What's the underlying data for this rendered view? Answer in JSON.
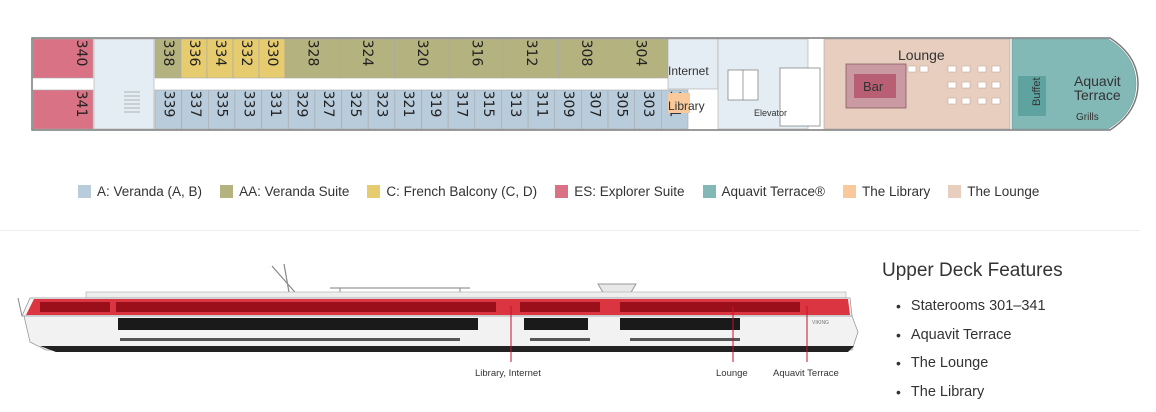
{
  "deck_plan": {
    "top_cabins": [
      "340",
      "338",
      "336",
      "334",
      "332",
      "330",
      "328",
      "324",
      "320",
      "316",
      "312",
      "308",
      "304"
    ],
    "bottom_cabins": [
      "341",
      "339",
      "337",
      "335",
      "333",
      "331",
      "329",
      "327",
      "325",
      "323",
      "321",
      "319",
      "317",
      "315",
      "313",
      "311",
      "309",
      "307",
      "305",
      "303",
      "301"
    ],
    "labels": {
      "internet": "Internet",
      "library": "Library",
      "elevator": "Elevator",
      "lounge": "Lounge",
      "bar": "Bar",
      "buffet": "Buffet",
      "aquavit_line1": "Aquavit",
      "aquavit_line2": "Terrace",
      "grills": "Grills"
    }
  },
  "colors": {
    "veranda": "#b9ccdc",
    "veranda_suite": "#b4b27e",
    "french_balcony": "#e6cc6e",
    "explorer_suite": "#d97284",
    "aquavit_terrace": "#82b8b6",
    "library": "#f9c99b",
    "lounge": "#e7cebf",
    "bar": "#b85f73",
    "ship_red": "#d8202e"
  },
  "legend": [
    {
      "label": "A: Veranda (A, B)",
      "color": "#b9ccdc"
    },
    {
      "label": "AA: Veranda Suite",
      "color": "#b4b27e"
    },
    {
      "label": "C: French Balcony (C, D)",
      "color": "#e6cc6e"
    },
    {
      "label": "ES: Explorer Suite",
      "color": "#d97284"
    },
    {
      "label": "Aquavit Terrace®",
      "color": "#82b8b6"
    },
    {
      "label": "The Library",
      "color": "#f9c99b"
    },
    {
      "label": "The Lounge",
      "color": "#e7cebf"
    }
  ],
  "profile": {
    "callouts": {
      "library_internet": "Library, Internet",
      "lounge": "Lounge",
      "aquavit_terrace": "Aquavit Terrace"
    },
    "ship_name": "VIKING"
  },
  "features": {
    "title": "Upper Deck Features",
    "items": [
      "Staterooms 301–341",
      "Aquavit Terrace",
      "The Lounge",
      "The Library"
    ]
  }
}
